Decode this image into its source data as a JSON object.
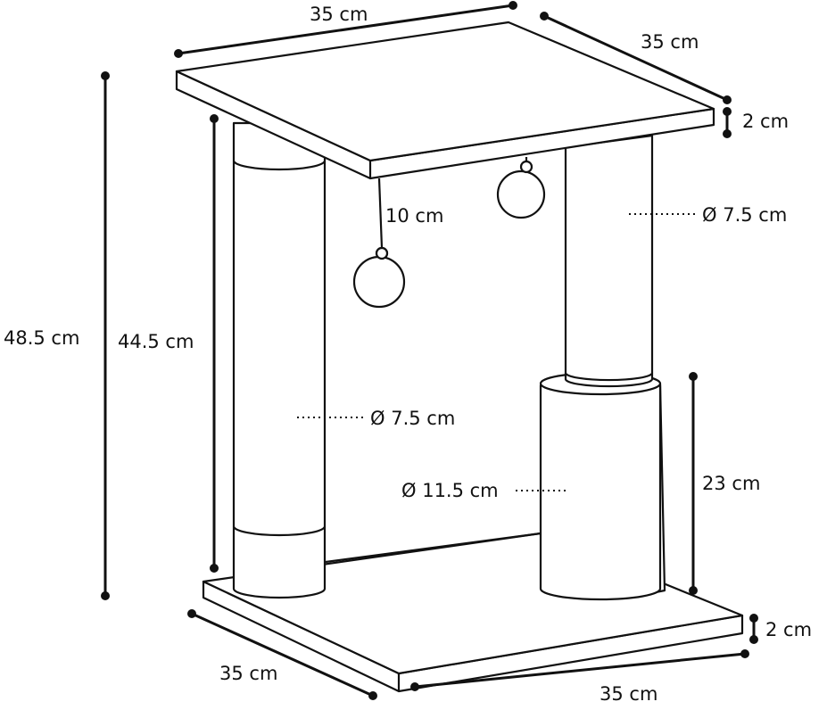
{
  "labels": {
    "top_width": "35 cm",
    "top_depth": "35 cm",
    "top_thickness": "2 cm",
    "toy_string": "10 cm",
    "upper_post_diameter": "Ø 7.5 cm",
    "total_height": "48.5 cm",
    "post_height": "44.5 cm",
    "left_post_diameter": "Ø 7.5 cm",
    "drum_diameter": "Ø 11.5 cm",
    "drum_height": "23 cm",
    "base_thickness": "2 cm",
    "base_depth": "35 cm",
    "base_width": "35 cm"
  }
}
